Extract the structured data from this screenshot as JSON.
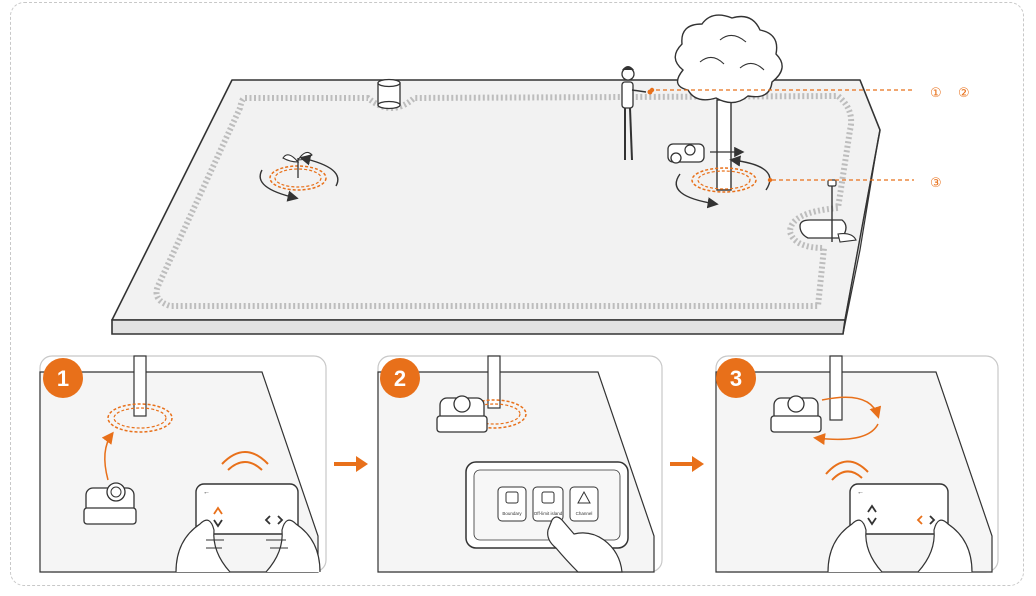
{
  "callouts": {
    "first": "①",
    "second": "②",
    "third": "③"
  },
  "steps": [
    {
      "number": "1"
    },
    {
      "number": "2"
    },
    {
      "number": "3"
    }
  ],
  "tablet_options": [
    {
      "label": "Boundary",
      "icon": "boundary-icon"
    },
    {
      "label": "Off-limit island",
      "icon": "off-limit-island-icon"
    },
    {
      "label": "Channel",
      "icon": "channel-icon"
    }
  ],
  "colors": {
    "accent": "#e8701a",
    "line": "#333333",
    "lawn": "#f2f2f2",
    "panel": "#f5f5f5"
  }
}
